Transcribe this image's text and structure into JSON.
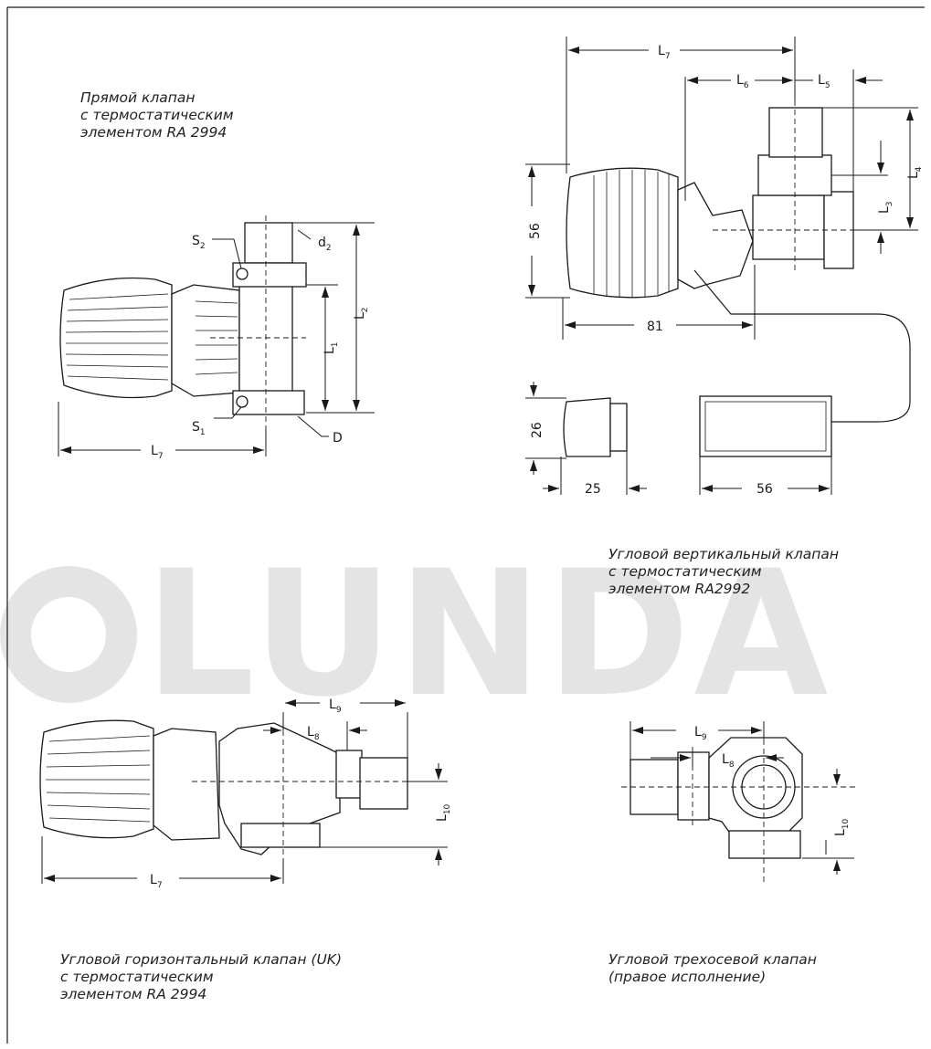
{
  "watermark": "LUNDA",
  "captions": {
    "straight": [
      "Прямой клапан",
      "с термостатическим",
      "элементом  RA 2994"
    ],
    "angle_vertical": [
      "Угловой вертикальный клапан",
      "с термостатическим",
      "элементом RA2992"
    ],
    "angle_horizontal": [
      "Угловой горизонтальный клапан (UK)",
      "с термостатическим",
      "элементом RA 2994"
    ],
    "three_axis": [
      "Угловой трехосевой клапан",
      "(правое исполнение)"
    ]
  },
  "labels": {
    "L": "L",
    "S": "S",
    "d": "d",
    "D": "D",
    "sub_1": "1",
    "sub_2": "2",
    "sub_3": "3",
    "sub_4": "4",
    "sub_5": "5",
    "sub_6": "6",
    "sub_7": "7",
    "sub_8": "8",
    "sub_9": "9",
    "sub_10": "10"
  },
  "dimensions": {
    "sensor_height": "56",
    "sensor_depth": "81",
    "small_height": "26",
    "small_width": "25",
    "box_width": "56"
  },
  "colors": {
    "line": "#1a1a1a",
    "watermark": "#e4e4e4"
  }
}
